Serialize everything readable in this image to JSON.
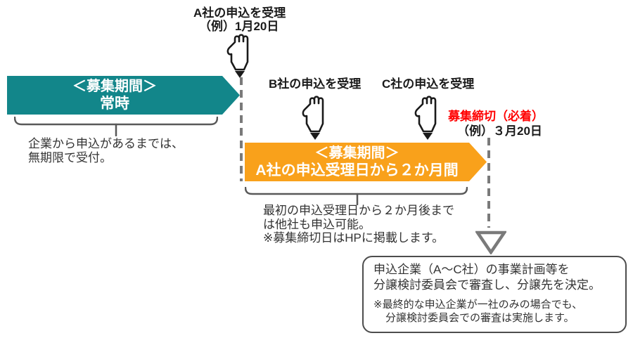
{
  "colors": {
    "teal": "#12868A",
    "orange": "#F9A11B",
    "red": "#FF0000",
    "line-gray": "#7a7a7a",
    "brace-gray": "#595959",
    "box-border": "#4d4d4d",
    "ink": "#1a1a1a",
    "note-text": "#333333"
  },
  "company_a": {
    "label": "A社の申込を受理",
    "date": "（例）1月20日"
  },
  "open_period": {
    "banner_line1": "＜募集期間＞",
    "banner_line2": "常時",
    "note_line1": "企業から申込があるまでは、",
    "note_line2": "無期限で受付。"
  },
  "company_b": {
    "label": "B社の申込を受理"
  },
  "company_c": {
    "label": "C社の申込を受理"
  },
  "deadline": {
    "label": "募集締切（必着）",
    "date": "（例）３月20日"
  },
  "limited_period": {
    "banner_line1": "＜募集期間＞",
    "banner_line2": "A社の申込受理日から２か月間",
    "note_line1": "最初の申込受理日から２か月後まで",
    "note_line2": "は他社も申込可能。",
    "note_line3": "※募集締切日はHPに掲載します。"
  },
  "decision": {
    "line1": "申込企業（A～C社）の事業計画等を",
    "line2": "分譲検討委員会で審査し、分譲先を決定。",
    "note1": "※最終的な申込企業が一社のみの場合でも、",
    "note2": "分譲検討委員会での審査は実施します。"
  }
}
